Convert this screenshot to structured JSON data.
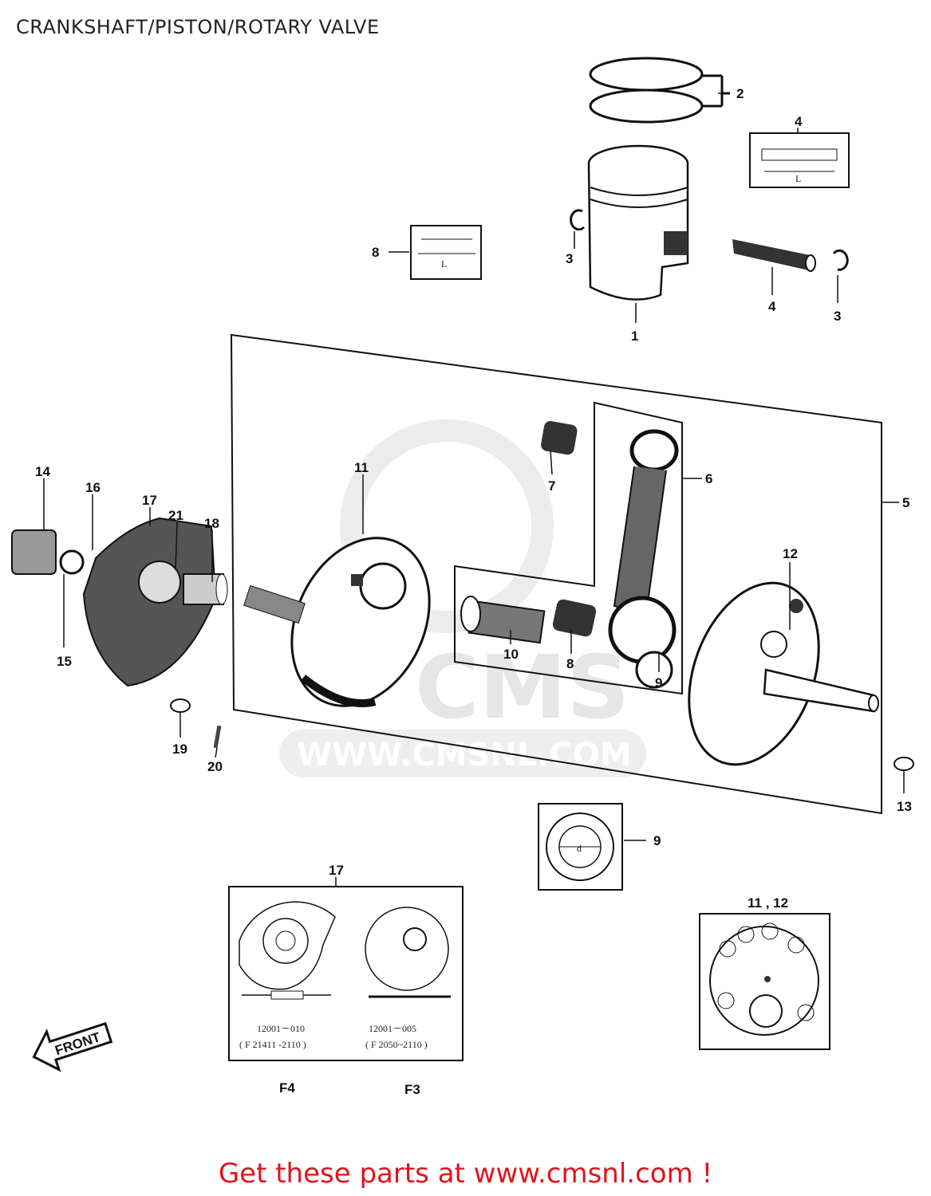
{
  "title": "CRANKSHAFT/PISTON/ROTARY VALVE",
  "footer": "Get these parts at www.cmsnl.com !",
  "watermark": {
    "brand": "CMS",
    "url": "WWW.CMSNL.COM"
  },
  "callouts": [
    "1",
    "2",
    "3",
    "3",
    "4",
    "4",
    "5",
    "6",
    "7",
    "8",
    "8",
    "9",
    "9",
    "10",
    "11",
    "12",
    "13",
    "14",
    "15",
    "16",
    "17",
    "17",
    "18",
    "19",
    "20",
    "21",
    "11 , 12"
  ],
  "inset_17": {
    "left_part": "12001－010",
    "left_frame": "( F 21411 -2110 )",
    "right_part": "12001－005",
    "right_frame": "( F 2050~2110 )"
  },
  "variants": {
    "left": "F4",
    "right": "F3"
  },
  "front_arrow": "FRONT",
  "dim_label": "L",
  "bore_label": "d"
}
